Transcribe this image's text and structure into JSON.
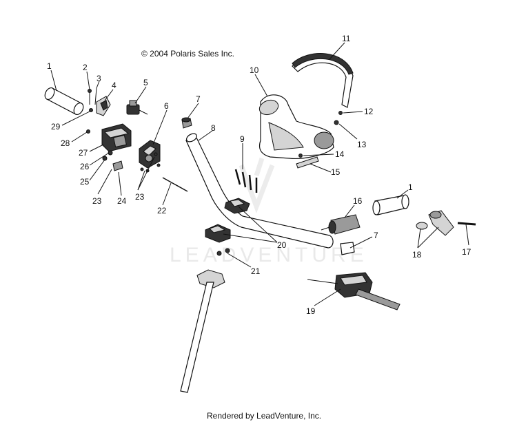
{
  "diagram": {
    "copyright": "© 2004 Polaris Sales Inc.",
    "footer": "Rendered by LeadVenture, Inc.",
    "watermark": "LEADVENTURE",
    "callouts": [
      {
        "id": "c1a",
        "label": "1"
      },
      {
        "id": "c2",
        "label": "2"
      },
      {
        "id": "c3",
        "label": "3"
      },
      {
        "id": "c4",
        "label": "4"
      },
      {
        "id": "c5",
        "label": "5"
      },
      {
        "id": "c6",
        "label": "6"
      },
      {
        "id": "c7a",
        "label": "7"
      },
      {
        "id": "c8",
        "label": "8"
      },
      {
        "id": "c9",
        "label": "9"
      },
      {
        "id": "c10",
        "label": "10"
      },
      {
        "id": "c11",
        "label": "11"
      },
      {
        "id": "c12",
        "label": "12"
      },
      {
        "id": "c13",
        "label": "13"
      },
      {
        "id": "c14",
        "label": "14"
      },
      {
        "id": "c15",
        "label": "15"
      },
      {
        "id": "c16",
        "label": "16"
      },
      {
        "id": "c1b",
        "label": "1"
      },
      {
        "id": "c7b",
        "label": "7"
      },
      {
        "id": "c17",
        "label": "17"
      },
      {
        "id": "c18",
        "label": "18"
      },
      {
        "id": "c19",
        "label": "19"
      },
      {
        "id": "c20",
        "label": "20"
      },
      {
        "id": "c21",
        "label": "21"
      },
      {
        "id": "c22",
        "label": "22"
      },
      {
        "id": "c23a",
        "label": "23"
      },
      {
        "id": "c23b",
        "label": "23"
      },
      {
        "id": "c24",
        "label": "24"
      },
      {
        "id": "c25",
        "label": "25"
      },
      {
        "id": "c26",
        "label": "26"
      },
      {
        "id": "c27",
        "label": "27"
      },
      {
        "id": "c28",
        "label": "28"
      },
      {
        "id": "c29",
        "label": "29"
      }
    ]
  }
}
